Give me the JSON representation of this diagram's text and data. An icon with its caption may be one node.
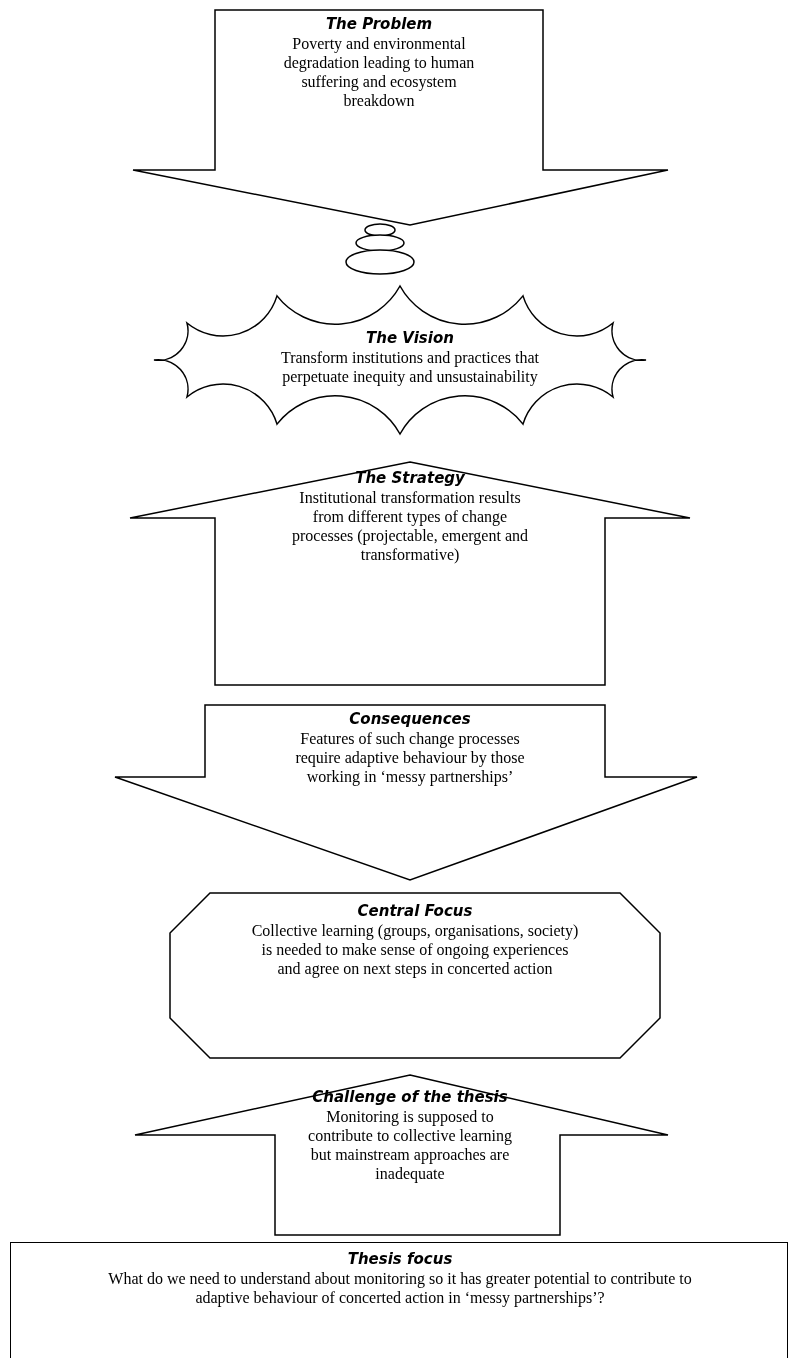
{
  "diagram": {
    "nodes": [
      {
        "text": [
          "The Problem",
          "Poverty and environmental degradation leading to human suffering and ecosystem breakdown"
        ]
      },
      {
        "text": [
          "The Vision",
          "Transform institutions and practices that perpetuate inequity and unsustainability"
        ]
      },
      {
        "text": [
          "The Strategy",
          "Institutional transformation results from different types of change processes (projectable, emergent and transformative)"
        ]
      },
      {
        "text": [
          "Consequences",
          "Features of such change processes require adaptive behaviour by those working in ‘messy partnerships’"
        ]
      },
      {
        "text": [
          "Central Focus",
          "Collective learning (groups, organisations, society) is needed to make sense of ongoing experiences and agree on next steps in concerted action"
        ]
      },
      {
        "text": [
          "Challenge of the thesis",
          "Monitoring is supposed to contribute to collective learning but mainstream approaches are inadequate"
        ]
      },
      {
        "text": [
          "Thesis focus",
          "What do we need to understand about monitoring so it has greater potential to contribute to adaptive behaviour of concerted action in ‘messy partnerships’?"
        ]
      }
    ]
  }
}
